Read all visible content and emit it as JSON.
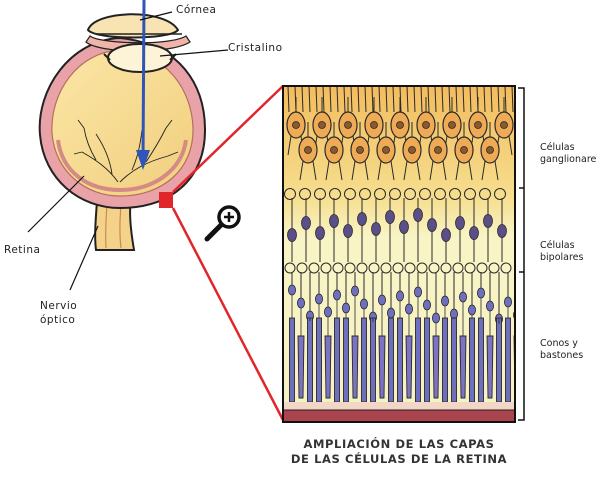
{
  "labels": {
    "cornea": "Córnea",
    "cristalino": "Cristalino",
    "retina": "Retina",
    "nervio_line1": "Nervio",
    "nervio_line2": "óptico"
  },
  "layers": {
    "ganglion_line1": "Células",
    "ganglion_line2": "ganglionare",
    "bipolar_line1": "Células",
    "bipolar_line2": "bipolares",
    "cones_line1": "Conos y",
    "cones_line2": "bastones"
  },
  "caption": {
    "line1": "AMPLIACIÓN DE LAS CAPAS",
    "line2": "DE LAS CÉLULAS DE LA RETINA"
  },
  "icons": {
    "magnifier": "zoom-in-icon"
  },
  "colors": {
    "eyeball": "#f6d890",
    "sclera": "#e9a3a8",
    "light_arrow": "#2f55b8",
    "zoom_lines": "#e0262a",
    "ganglion_layer": "#f3c46c",
    "retina_background": "#f7f2c2",
    "rod_fill": "#6f6fbf",
    "bottom_layer": "#a9434e"
  }
}
